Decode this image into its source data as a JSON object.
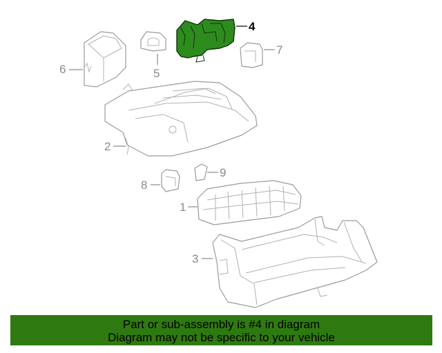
{
  "callouts": {
    "c1": "1",
    "c2": "2",
    "c3": "3",
    "c4": "4",
    "c5": "5",
    "c6": "6",
    "c7": "7",
    "c8": "8",
    "c9": "9"
  },
  "highlighted_part": "4",
  "colors": {
    "highlight": "#2e8b1e",
    "banner": "#2f7a10"
  },
  "banner": {
    "line1": "Part or sub-assembly is #4 in diagram",
    "line2": "Diagram may not be specific to your vehicle"
  }
}
